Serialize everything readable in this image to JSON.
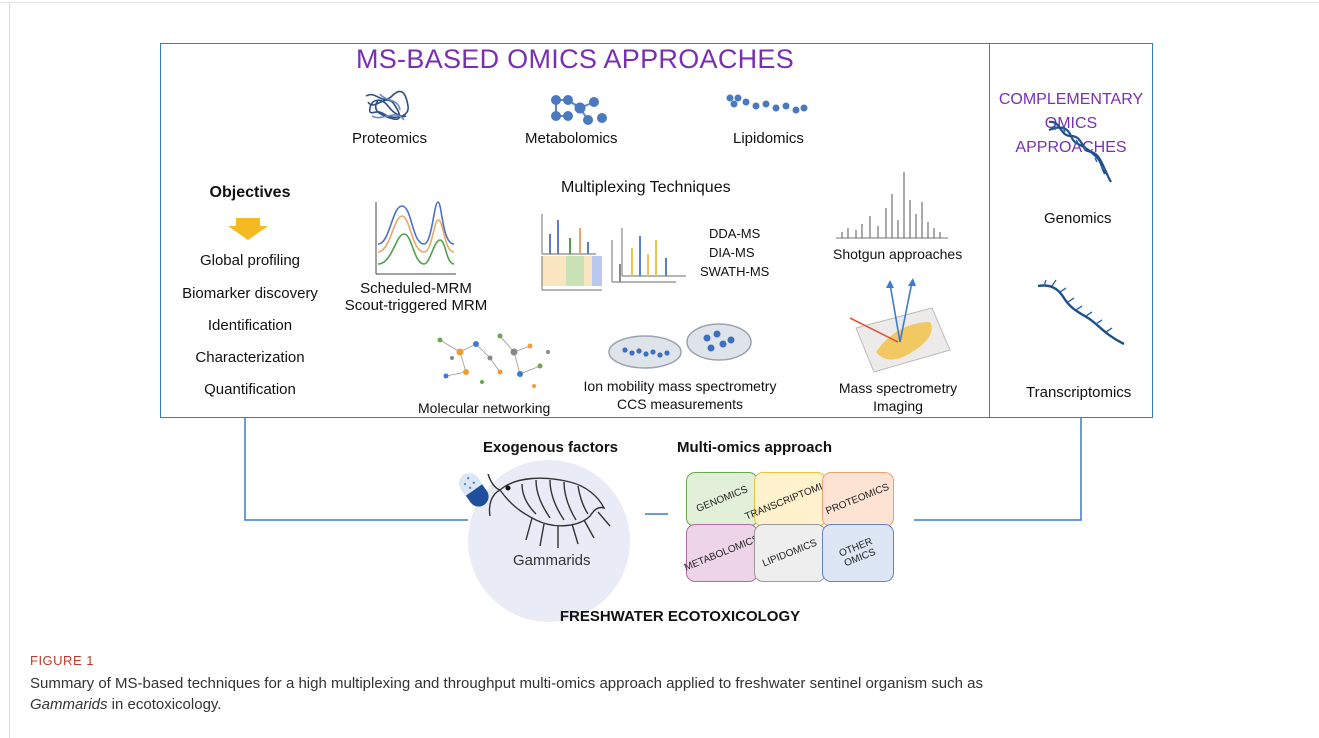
{
  "title_main": "MS-BASED OMICS APPROACHES",
  "title_comp_line1": "COMPLEMENTARY",
  "title_comp_line2": "OMICS APPROACHES",
  "omics_top": [
    "Proteomics",
    "Metabolomics",
    "Lipidomics"
  ],
  "objectives_heading": "Objectives",
  "objectives": [
    "Global profiling",
    "Biomarker discovery",
    "Identification",
    "Characterization",
    "Quantification"
  ],
  "multiplexing_heading": "Multiplexing Techniques",
  "mrm_line1": "Scheduled-MRM",
  "mrm_line2": "Scout-triggered MRM",
  "ms_methods": [
    "DDA-MS",
    "DIA-MS",
    "SWATH-MS"
  ],
  "shotgun": "Shotgun approaches",
  "molecular_networking": "Molecular networking",
  "ion_mobility_line1": "Ion mobility mass spectrometry",
  "ion_mobility_line2": "CCS measurements",
  "imaging_line1": "Mass spectrometry",
  "imaging_line2": "Imaging",
  "complementary": [
    "Genomics",
    "Transcriptomics"
  ],
  "exogenous": "Exogenous factors",
  "multi_omics": "Multi-omics approach",
  "gammarids": "Gammarids",
  "tiles": [
    "GENOMICS",
    "TRANSCRIPTOMICS",
    "PROTEOMICS",
    "METABOLOMICS",
    "LIPIDOMICS",
    "OTHER OMICS"
  ],
  "freshwater": "FRESHWATER ECOTOXICOLOGY",
  "figure_label": "FIGURE 1",
  "caption_line1": "Summary of MS-based techniques for a high multiplexing and throughput multi-omics approach applied to freshwater sentinel organism such as",
  "caption_italic": "Gammarids",
  "caption_tail": " in ecotoxicology."
}
